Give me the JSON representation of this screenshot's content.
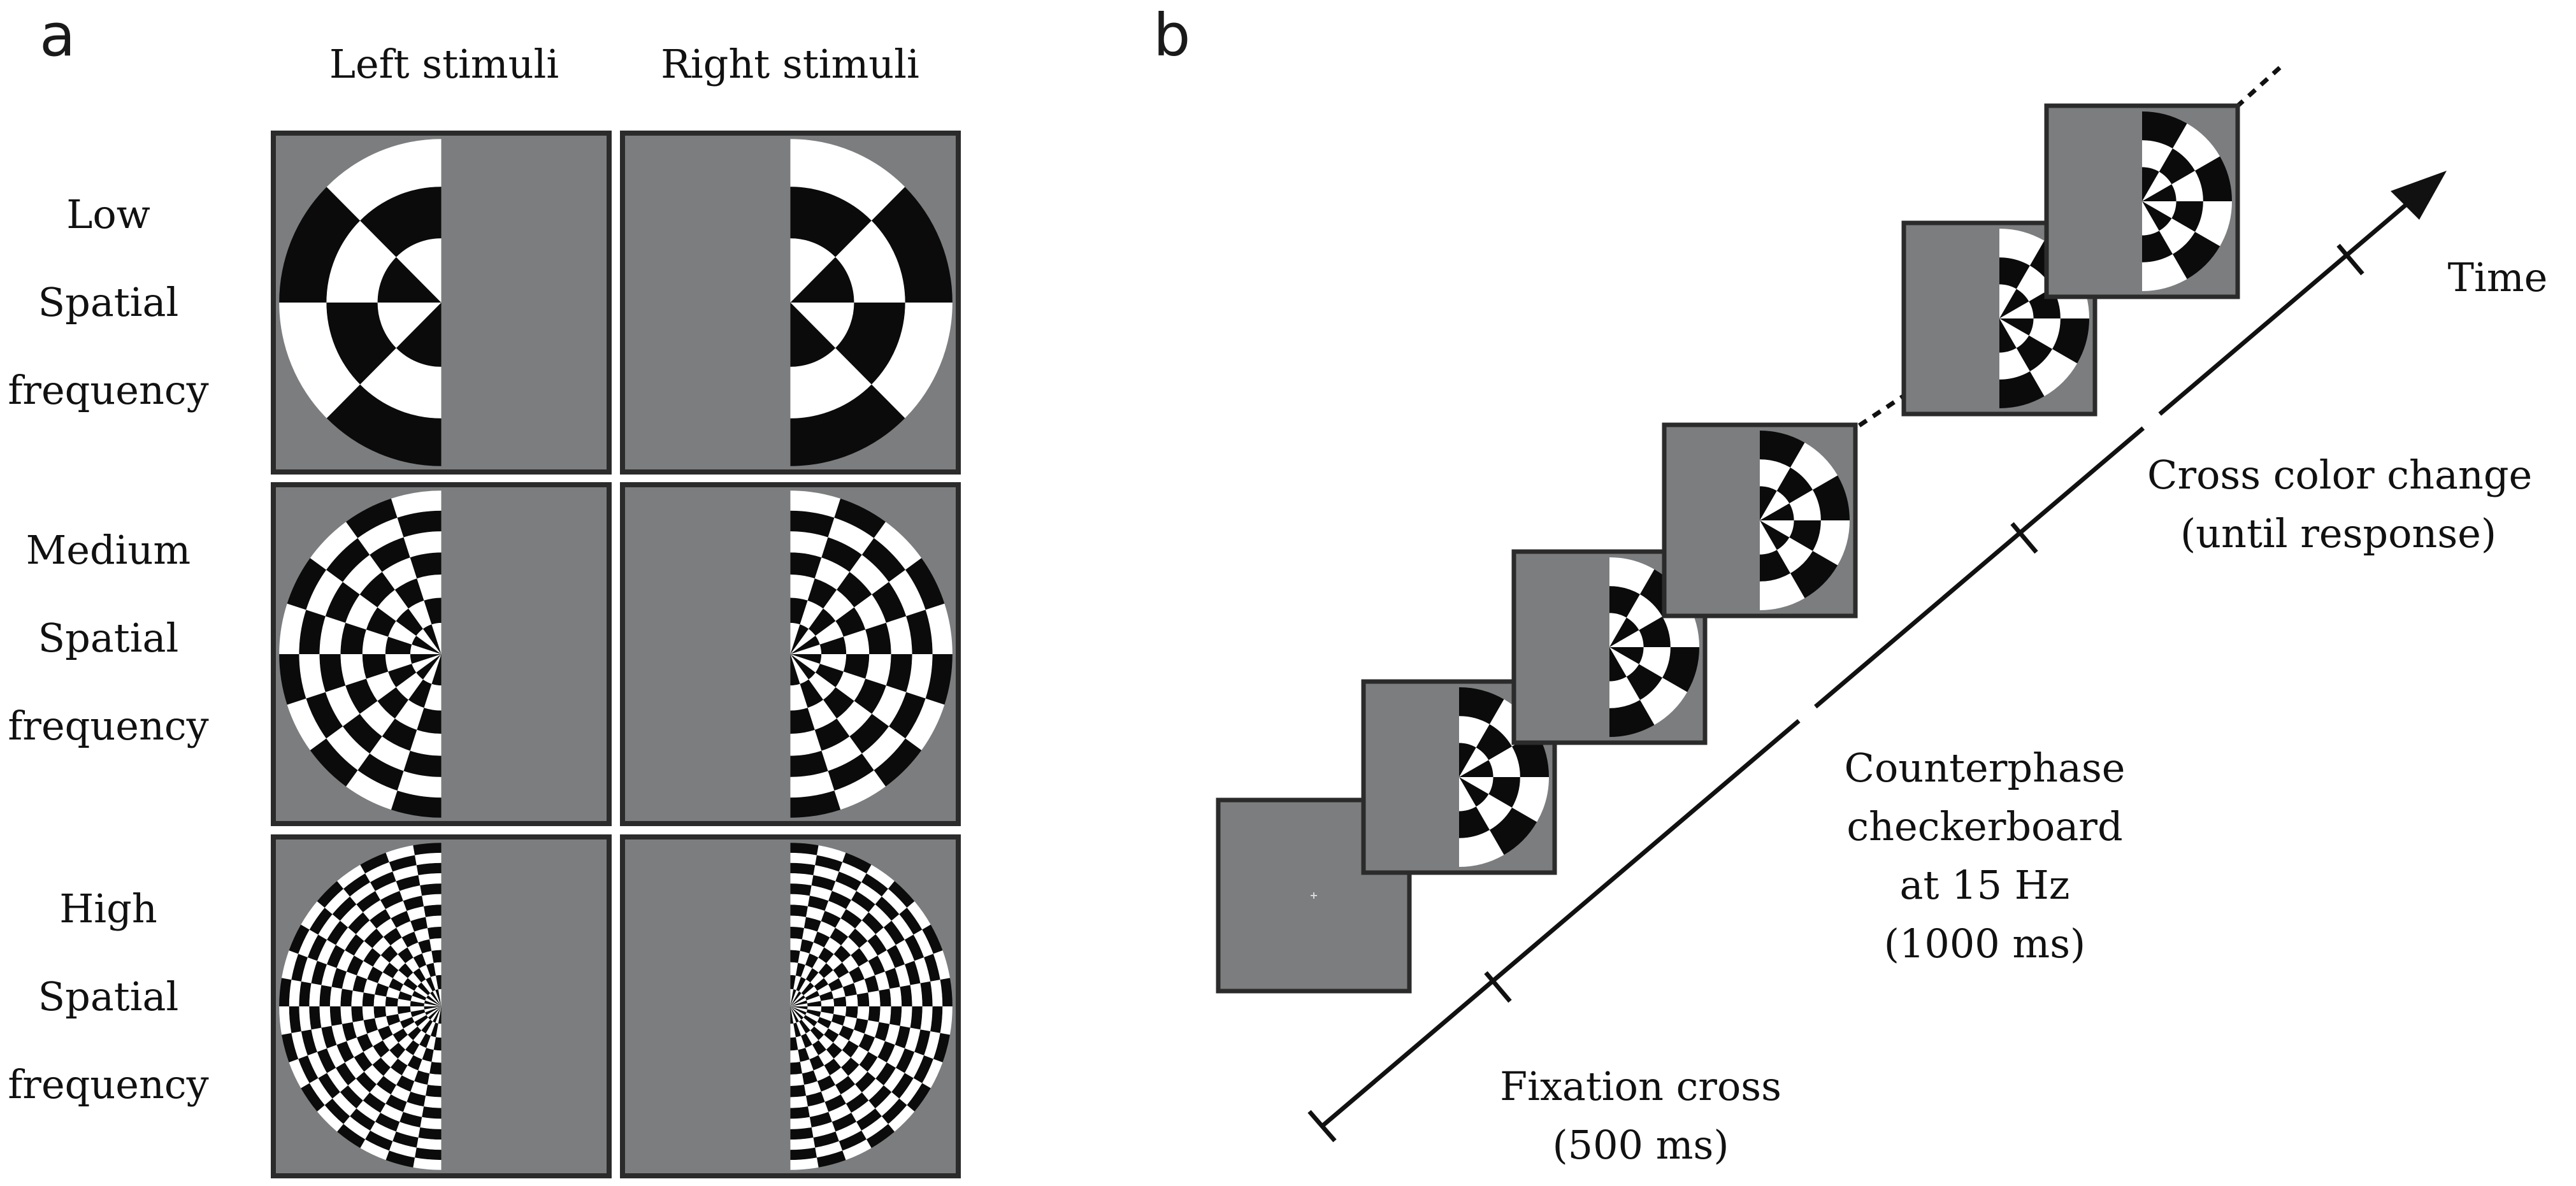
{
  "panel_a": {
    "letter": "a",
    "columns": [
      "Left stimuli",
      "Right stimuli"
    ],
    "rows": [
      {
        "lines": [
          "Low",
          "Spatial",
          "frequency"
        ]
      },
      {
        "lines": [
          "Medium",
          "Spatial",
          "frequency"
        ]
      },
      {
        "lines": [
          "High",
          "Spatial",
          "frequency"
        ]
      }
    ]
  },
  "panel_b": {
    "letter": "b",
    "axis_label": "Time",
    "fixation": {
      "lines": [
        "Fixation cross",
        "(500 ms)"
      ]
    },
    "counterphase": {
      "lines": [
        "Counterphase",
        "checkerboard",
        "at 15 Hz",
        "(1000 ms)"
      ]
    },
    "cross_change": {
      "lines": [
        "Cross color change",
        "(until response)"
      ]
    }
  },
  "colors": {
    "gray": "#7b7d7e",
    "black": "#0b0b0b",
    "white": "#ffffff",
    "frame": "#2b2b2b"
  }
}
